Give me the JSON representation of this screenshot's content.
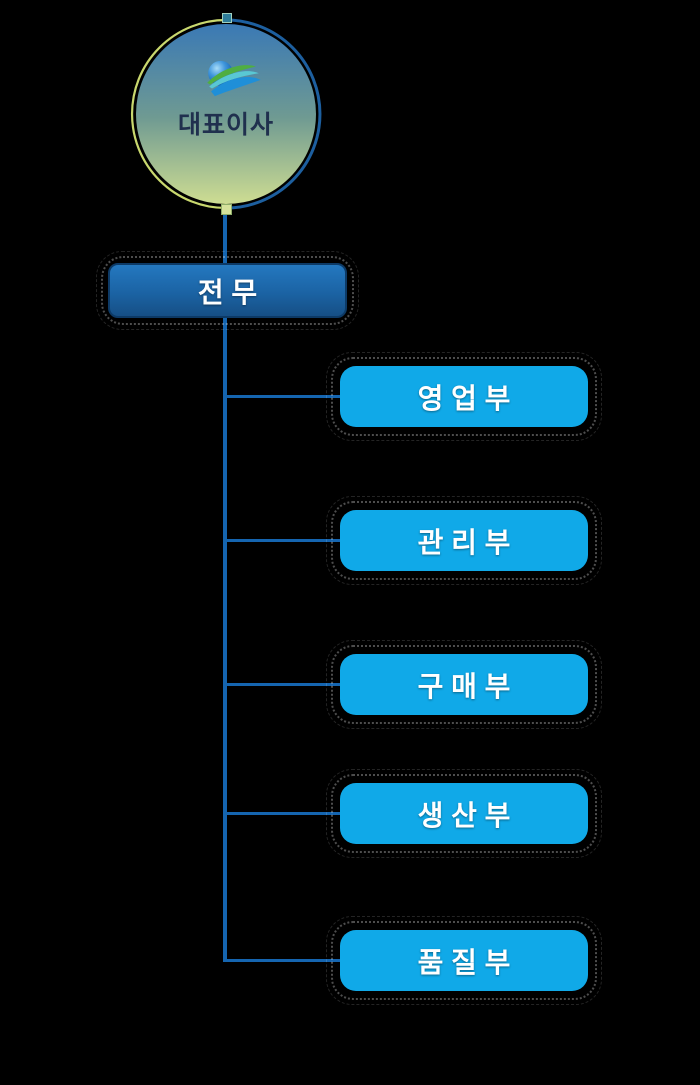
{
  "diagram": {
    "type": "org-chart",
    "background_color": "#000000",
    "connector_color": "#1565b0",
    "root": {
      "label": "대표이사",
      "shape": "circle",
      "fill_gradient": [
        "#3a79b5",
        "#cedd92"
      ],
      "ring_left_color": "#c9d86e",
      "ring_right_color": "#1d5f9f",
      "logo_icon": "globe-swoosh-logo",
      "label_color": "#20304e"
    },
    "executive": {
      "label": "전 무",
      "shape": "rounded-rect",
      "fill_gradient": [
        "#2478c0",
        "#164f85"
      ],
      "label_color": "#ffffff"
    },
    "departments": [
      {
        "label": "영 업 부"
      },
      {
        "label": "관 리 부"
      },
      {
        "label": "구 매 부"
      },
      {
        "label": "생 산 부"
      },
      {
        "label": "품 질 부"
      }
    ],
    "department_fill": "#10a9e8",
    "department_label_color": "#ffffff"
  }
}
